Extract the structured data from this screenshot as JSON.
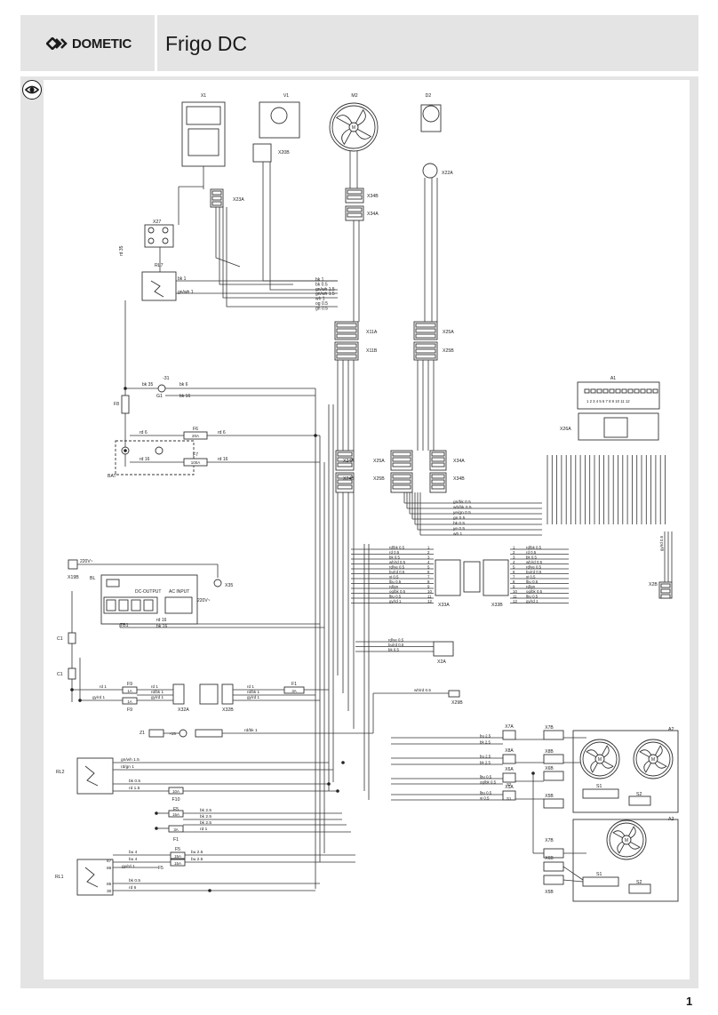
{
  "header": {
    "brand": "DOMETIC",
    "title": "Frigo DC"
  },
  "page_number": "1",
  "icons": {
    "logo": "dometic-chevron-logo",
    "view": "eye-icon"
  },
  "components": {
    "X1": "X1",
    "V1": "V1",
    "M2": "M2",
    "D2": "D2",
    "X20B": "X20B",
    "X23A": "X23A",
    "X22A": "X22A",
    "X34B_top": "X34B",
    "X34A_top": "X34A",
    "X27": "X27",
    "RL7": "RL7",
    "F8": "F8",
    "G1": "G1",
    "BAT": "BAT",
    "F6": "F6",
    "F7": "F7",
    "X11A": "X11A",
    "X11B": "X11B",
    "X25A_top": "X25A",
    "X25B_top": "X25B",
    "A1": "A1",
    "X26A": "X26A",
    "X24A": "X24A",
    "X24B": "X24B",
    "X25A": "X25A",
    "X25B": "X25B",
    "X34A": "X34A",
    "X34B": "X34B",
    "X19B": "X19B",
    "BL": "BL",
    "X35": "X35",
    "TB1": "TB1",
    "X33A": "X33A",
    "X33B": "X33B",
    "X2B": "X2B",
    "C1a": "C1",
    "C1b": "C1",
    "X2A": "X2A",
    "F9a": "F9",
    "F9b": "F9",
    "X32A": "X32A",
    "X32B": "X32B",
    "F1": "F1",
    "X29B": "X29B",
    "Z1": "Z1",
    "RL2": "RL2",
    "F10": "F10",
    "F5": "F5",
    "F1b": "F1",
    "F5b": "F5",
    "RL1": "RL1",
    "A2a": "A2",
    "A2b": "A2",
    "X7A": "X7A",
    "X7B": "X7B",
    "X8A": "X8A",
    "X8B": "X8B",
    "X6A": "X6A",
    "X6B": "X6B",
    "X5A": "X5A",
    "X5B": "X5B",
    "S1": "S1",
    "S2": "S2",
    "S1b": "S1",
    "S2b": "S2",
    "X7Bb": "X7B",
    "X6Bb": "X6B",
    "X5Bb": "X5B"
  },
  "labels": {
    "dc_output": "DC-OUTPUT",
    "ac_input": "AC INPUT",
    "v220": "220V~",
    "v220b": "220V~",
    "fuse_20a": "20A",
    "fuse_100a": "100A",
    "fuse_1a_a": "1A",
    "fuse_1a_b": "1A",
    "fuse_3a": "3A",
    "fuse_10a": "10A",
    "fuse_15a": "15A",
    "fuse_15a_b": "15A",
    "fuse_15a_c": "15A",
    "fuse_3a_b": "3A",
    "minus31": "-31",
    "ecu_pins": "1 2 3 4 5 6 7 8 9 10 11 12"
  },
  "wires_top": [
    {
      "code": "bk",
      "size": "1"
    },
    {
      "code": "bk",
      "size": "0.5"
    },
    {
      "code": "gn/wh",
      "size": "1.5"
    },
    {
      "code": "gn/wh",
      "size": "1.5"
    },
    {
      "code": "wh",
      "size": "1"
    },
    {
      "code": "og",
      "size": "0.5"
    },
    {
      "code": "gn",
      "size": "0.5"
    }
  ],
  "wires_rl7": [
    {
      "code": "bk",
      "size": "1"
    },
    {
      "code": "gn/wh",
      "size": "1"
    }
  ],
  "wires_g1": [
    {
      "code": "bk",
      "size": "35"
    },
    {
      "code": "bk",
      "size": "6"
    },
    {
      "code": "bk",
      "size": "16"
    }
  ],
  "wires_bat": [
    {
      "code": "rd",
      "size": "6"
    },
    {
      "code": "rd",
      "size": "6"
    },
    {
      "code": "rd",
      "size": "16"
    },
    {
      "code": "rd",
      "size": "16"
    }
  ],
  "wires_mid": [
    {
      "code": "gn/bk",
      "size": "0.5"
    },
    {
      "code": "wh/bk",
      "size": "0.5"
    },
    {
      "code": "ye/gn",
      "size": "0.5"
    },
    {
      "code": "gn",
      "size": "0.5"
    },
    {
      "code": "bk",
      "size": "0.5"
    },
    {
      "code": "ye",
      "size": "0.5"
    },
    {
      "code": "wh",
      "size": "1"
    }
  ],
  "wires_x33a": [
    {
      "code": "rd/bk",
      "size": "0.5",
      "pin": "1"
    },
    {
      "code": "rd",
      "size": "0.5",
      "pin": "2"
    },
    {
      "code": "bk",
      "size": "0.5",
      "pin": "3"
    },
    {
      "code": "wh/rd",
      "size": "0.5",
      "pin": "4"
    },
    {
      "code": "rd/ye",
      "size": "0.5",
      "pin": "5"
    },
    {
      "code": "bu/rd",
      "size": "0.5",
      "pin": "6"
    },
    {
      "code": "vi",
      "size": "0.5",
      "pin": "7"
    },
    {
      "code": "lbu",
      "size": "0.5",
      "pin": "8"
    },
    {
      "code": "rd/gn",
      "size": "",
      "pin": "9"
    },
    {
      "code": "og/bk",
      "size": "0.5",
      "pin": "10"
    },
    {
      "code": "lbu",
      "size": "0.5",
      "pin": "11"
    },
    {
      "code": "gy/rd",
      "size": "1",
      "pin": "12"
    }
  ],
  "wires_x33b": [
    {
      "code": "rd/bk",
      "size": "0.5",
      "pin": "1"
    },
    {
      "code": "rd",
      "size": "0.5",
      "pin": "2"
    },
    {
      "code": "bk",
      "size": "0.5",
      "pin": "3"
    },
    {
      "code": "wh/rd",
      "size": "0.5",
      "pin": "4"
    },
    {
      "code": "rd/ye",
      "size": "0.5",
      "pin": "5"
    },
    {
      "code": "bu/rd",
      "size": "0.5",
      "pin": "6"
    },
    {
      "code": "vi",
      "size": "0.5",
      "pin": "7"
    },
    {
      "code": "lbu",
      "size": "0.5",
      "pin": "8"
    },
    {
      "code": "rd/gn",
      "size": "",
      "pin": "9"
    },
    {
      "code": "og/bk",
      "size": "0.5",
      "pin": "10"
    },
    {
      "code": "lbu",
      "size": "0.5",
      "pin": "11"
    },
    {
      "code": "gy/rd",
      "size": "1",
      "pin": "12"
    }
  ],
  "wires_x2a": [
    {
      "code": "rd/ye",
      "size": "0.5"
    },
    {
      "code": "bu/rd",
      "size": "0.5"
    },
    {
      "code": "bk",
      "size": "0.5"
    }
  ],
  "wires_tb1": [
    {
      "code": "rd",
      "size": "16"
    },
    {
      "code": "bk",
      "size": "16"
    }
  ],
  "wires_f9": [
    {
      "code": "rd",
      "size": "1"
    },
    {
      "code": "gy/rd",
      "size": "1"
    },
    {
      "code": "rd",
      "size": "1"
    },
    {
      "code": "rd/bk",
      "size": "1"
    },
    {
      "code": "gy/rd",
      "size": "1"
    }
  ],
  "wires_f1": [
    {
      "code": "rd",
      "size": "1"
    },
    {
      "code": "rd/bk",
      "size": "1"
    },
    {
      "code": "gy/rd",
      "size": "1"
    }
  ],
  "wire_x29b": {
    "code": "wh/rd",
    "size": "0.5"
  },
  "wire_z1": {
    "code": "rd/bk",
    "size": "1",
    "pin": "+15"
  },
  "wires_rl2": [
    {
      "code": "gn/wh",
      "size": "1.5"
    },
    {
      "code": "rd/gn",
      "size": "1"
    },
    {
      "code": "bk",
      "size": "0.5"
    },
    {
      "code": "rd",
      "size": "1.5"
    }
  ],
  "wires_f5": [
    {
      "code": "bk",
      "size": "2.5"
    },
    {
      "code": "bk",
      "size": "2.5"
    },
    {
      "code": "bk",
      "size": "2.5"
    },
    {
      "code": "rd",
      "size": "1"
    }
  ],
  "wires_rl1": [
    {
      "code": "bu",
      "size": "4",
      "pin": "87"
    },
    {
      "code": "bu",
      "size": "4",
      "pin": ""
    },
    {
      "code": "gy/rd",
      "size": "1",
      "pin": "86"
    },
    {
      "code": "bk",
      "size": "0.5",
      "pin": "85"
    },
    {
      "code": "rd",
      "size": "6",
      "pin": "30"
    },
    {
      "code": "bu",
      "size": "2.5",
      "pin": ""
    },
    {
      "code": "bu",
      "size": "2.5",
      "pin": ""
    }
  ],
  "wires_a2": [
    {
      "code": "bu",
      "size": "2.5"
    },
    {
      "code": "bk",
      "size": "2.5"
    },
    {
      "code": "bu",
      "size": "2.5"
    },
    {
      "code": "bk",
      "size": "2.5"
    },
    {
      "code": "lbu",
      "size": "0.5"
    },
    {
      "code": "og/bk",
      "size": "0.5"
    },
    {
      "code": "lbu",
      "size": "0.5"
    },
    {
      "code": "vi",
      "size": "0.5"
    }
  ],
  "fan_label": "M"
}
